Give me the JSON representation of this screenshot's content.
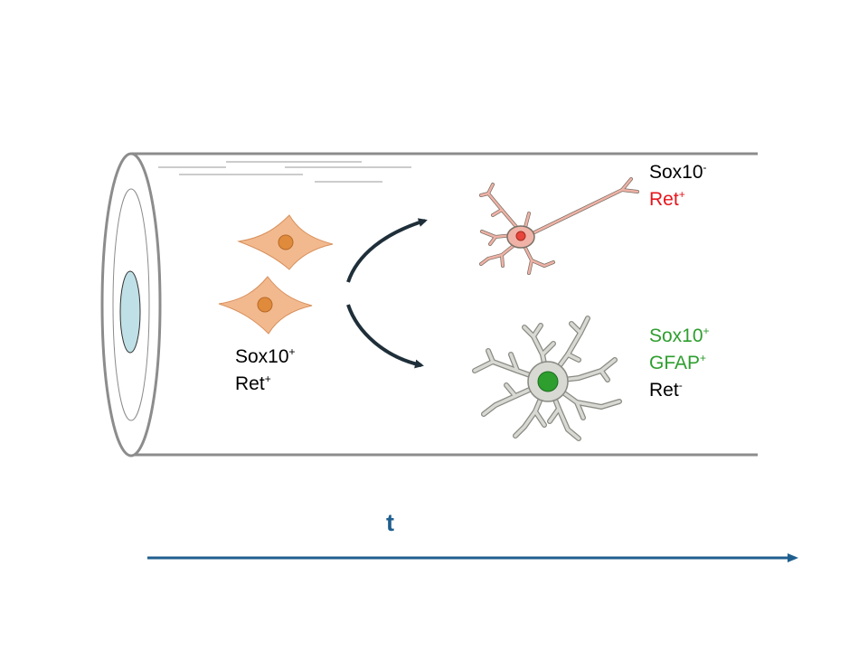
{
  "colors": {
    "tube_outline": "#8c8c8c",
    "lumen_fill": "#bfe0e6",
    "progenitor_fill": "#f2b98e",
    "progenitor_nucleus": "#e08a3c",
    "neuron_fill": "#f0b2a6",
    "neuron_nucleus": "#e8453c",
    "glia_fill": "#d9d9d4",
    "glia_nucleus": "#2e9e2e",
    "arrow_dark": "#1f2f3a",
    "time_axis": "#1f5f8f",
    "label_red": "#e8141c",
    "label_green": "#2e9e2e"
  },
  "icons": {
    "tube": "gut-tube-icon",
    "progenitor": "progenitor-cell-icon",
    "neuron": "neuron-icon",
    "glia": "glial-cell-icon"
  },
  "labels": {
    "progenitor": {
      "line1_base": "Sox10",
      "line1_sup": "+",
      "line2_base": "Ret",
      "line2_sup": "+"
    },
    "neuron": {
      "line1_base": "Sox10",
      "line1_sup": "-",
      "line2_base": "Ret",
      "line2_sup": "+"
    },
    "glia": {
      "line1_base": "Sox10",
      "line1_sup": "+",
      "line2_base": "GFAP",
      "line2_sup": "+",
      "line3_base": "Ret",
      "line3_sup": "-"
    }
  },
  "time_axis": {
    "label": "t"
  }
}
